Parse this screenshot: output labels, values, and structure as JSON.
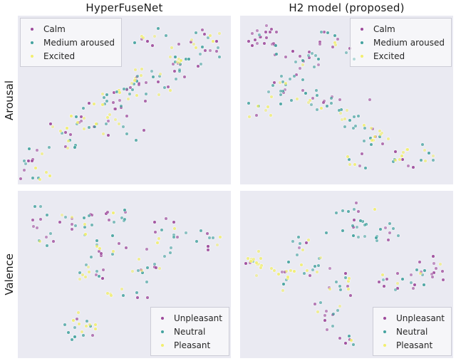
{
  "columns": [
    {
      "title": "HyperFuseNet"
    },
    {
      "title": "H2 model (proposed)"
    }
  ],
  "rows": [
    {
      "label": "Arousal"
    },
    {
      "label": "Valence"
    }
  ],
  "colors": {
    "page_bg": "#ffffff",
    "panel_bg": "#eaeaf2",
    "text": "#1a1a1a",
    "legend_bg": "rgba(255,255,255,0.55)",
    "legend_border": "#ccccd6",
    "class_colors": {
      "purple": "#9e4a9b",
      "teal": "#44a39f",
      "yellow": "#f2ef6e"
    }
  },
  "chart_data": [
    {
      "type": "scatter",
      "panel": "hyperfusenet-arousal",
      "column_title": "HyperFuseNet",
      "row_label": "Arousal",
      "legend_position": "top-left",
      "seed": 7,
      "axes_visible": false,
      "classes": [
        {
          "label": "Calm",
          "color_key": "purple"
        },
        {
          "label": "Medium aroused",
          "color_key": "teal"
        },
        {
          "label": "Excited",
          "color_key": "yellow"
        }
      ],
      "clusters": [
        {
          "x": 8,
          "y": 88,
          "rx": 7,
          "ry": 10,
          "counts": [
            6,
            6,
            5
          ]
        },
        {
          "x": 20,
          "y": 74,
          "rx": 8,
          "ry": 8,
          "counts": [
            3,
            4,
            4
          ]
        },
        {
          "x": 30,
          "y": 62,
          "rx": 9,
          "ry": 9,
          "counts": [
            5,
            5,
            5
          ]
        },
        {
          "x": 41,
          "y": 53,
          "rx": 10,
          "ry": 9,
          "counts": [
            6,
            6,
            6
          ]
        },
        {
          "x": 52,
          "y": 44,
          "rx": 10,
          "ry": 9,
          "counts": [
            6,
            7,
            6
          ]
        },
        {
          "x": 63,
          "y": 36,
          "rx": 10,
          "ry": 9,
          "counts": [
            6,
            6,
            6
          ]
        },
        {
          "x": 75,
          "y": 27,
          "rx": 9,
          "ry": 9,
          "counts": [
            7,
            7,
            6
          ]
        },
        {
          "x": 87,
          "y": 17,
          "rx": 8,
          "ry": 10,
          "counts": [
            7,
            8,
            6
          ]
        },
        {
          "x": 47,
          "y": 68,
          "rx": 12,
          "ry": 7,
          "counts": [
            3,
            4,
            4
          ]
        },
        {
          "x": 60,
          "y": 13,
          "rx": 11,
          "ry": 7,
          "counts": [
            3,
            3,
            3
          ]
        }
      ]
    },
    {
      "type": "scatter",
      "panel": "h2-arousal",
      "column_title": "H2 model (proposed)",
      "row_label": "Arousal",
      "legend_position": "top-right",
      "seed": 13,
      "axes_visible": false,
      "classes": [
        {
          "label": "Calm",
          "color_key": "purple"
        },
        {
          "label": "Medium aroused",
          "color_key": "teal"
        },
        {
          "label": "Excited",
          "color_key": "yellow"
        }
      ],
      "clusters": [
        {
          "x": 13,
          "y": 16,
          "rx": 8,
          "ry": 9,
          "counts": [
            20,
            3,
            0
          ]
        },
        {
          "x": 29,
          "y": 25,
          "rx": 7,
          "ry": 8,
          "counts": [
            8,
            6,
            1
          ]
        },
        {
          "x": 44,
          "y": 17,
          "rx": 9,
          "ry": 8,
          "counts": [
            6,
            6,
            2
          ]
        },
        {
          "x": 20,
          "y": 43,
          "rx": 10,
          "ry": 10,
          "counts": [
            4,
            13,
            3
          ]
        },
        {
          "x": 9,
          "y": 55,
          "rx": 6,
          "ry": 6,
          "counts": [
            1,
            2,
            5
          ]
        },
        {
          "x": 36,
          "y": 50,
          "rx": 9,
          "ry": 8,
          "counts": [
            5,
            8,
            4
          ]
        },
        {
          "x": 52,
          "y": 58,
          "rx": 8,
          "ry": 8,
          "counts": [
            2,
            6,
            5
          ]
        },
        {
          "x": 63,
          "y": 70,
          "rx": 9,
          "ry": 8,
          "counts": [
            3,
            7,
            8
          ]
        },
        {
          "x": 81,
          "y": 83,
          "rx": 11,
          "ry": 7,
          "counts": [
            4,
            6,
            9
          ]
        },
        {
          "x": 53,
          "y": 86,
          "rx": 8,
          "ry": 5,
          "counts": [
            2,
            2,
            3
          ]
        }
      ]
    },
    {
      "type": "scatter",
      "panel": "hyperfusenet-valence",
      "column_title": "HyperFuseNet",
      "row_label": "Valence",
      "legend_position": "bottom-right",
      "seed": 21,
      "axes_visible": false,
      "classes": [
        {
          "label": "Unpleasant",
          "color_key": "purple"
        },
        {
          "label": "Neutral",
          "color_key": "teal"
        },
        {
          "label": "Pleasant",
          "color_key": "yellow"
        }
      ],
      "clusters": [
        {
          "x": 12,
          "y": 22,
          "rx": 8,
          "ry": 12,
          "counts": [
            7,
            6,
            2
          ]
        },
        {
          "x": 30,
          "y": 17,
          "rx": 8,
          "ry": 9,
          "counts": [
            5,
            6,
            2
          ]
        },
        {
          "x": 46,
          "y": 13,
          "rx": 7,
          "ry": 7,
          "counts": [
            4,
            5,
            1
          ]
        },
        {
          "x": 42,
          "y": 34,
          "rx": 10,
          "ry": 9,
          "counts": [
            5,
            6,
            4
          ]
        },
        {
          "x": 34,
          "y": 50,
          "rx": 9,
          "ry": 8,
          "counts": [
            3,
            4,
            5
          ]
        },
        {
          "x": 70,
          "y": 27,
          "rx": 10,
          "ry": 10,
          "counts": [
            6,
            6,
            3
          ]
        },
        {
          "x": 88,
          "y": 32,
          "rx": 8,
          "ry": 8,
          "counts": [
            4,
            4,
            2
          ]
        },
        {
          "x": 62,
          "y": 45,
          "rx": 9,
          "ry": 8,
          "counts": [
            3,
            5,
            4
          ]
        },
        {
          "x": 31,
          "y": 81,
          "rx": 9,
          "ry": 9,
          "counts": [
            2,
            8,
            8
          ]
        },
        {
          "x": 53,
          "y": 62,
          "rx": 11,
          "ry": 7,
          "counts": [
            2,
            3,
            4
          ]
        }
      ]
    },
    {
      "type": "scatter",
      "panel": "h2-valence",
      "column_title": "H2 model (proposed)",
      "row_label": "Valence",
      "legend_position": "bottom-right",
      "seed": 33,
      "axes_visible": false,
      "classes": [
        {
          "label": "Unpleasant",
          "color_key": "purple"
        },
        {
          "label": "Neutral",
          "color_key": "teal"
        },
        {
          "label": "Pleasant",
          "color_key": "yellow"
        }
      ],
      "clusters": [
        {
          "x": 52,
          "y": 17,
          "rx": 10,
          "ry": 10,
          "counts": [
            4,
            15,
            1
          ]
        },
        {
          "x": 69,
          "y": 24,
          "rx": 7,
          "ry": 7,
          "counts": [
            3,
            7,
            0
          ]
        },
        {
          "x": 8,
          "y": 43,
          "rx": 6,
          "ry": 9,
          "counts": [
            2,
            1,
            13
          ]
        },
        {
          "x": 19,
          "y": 51,
          "rx": 7,
          "ry": 8,
          "counts": [
            2,
            3,
            9
          ]
        },
        {
          "x": 34,
          "y": 45,
          "rx": 8,
          "ry": 8,
          "counts": [
            2,
            6,
            4
          ]
        },
        {
          "x": 45,
          "y": 55,
          "rx": 8,
          "ry": 7,
          "counts": [
            4,
            4,
            4
          ]
        },
        {
          "x": 88,
          "y": 47,
          "rx": 7,
          "ry": 9,
          "counts": [
            11,
            4,
            2
          ]
        },
        {
          "x": 73,
          "y": 55,
          "rx": 8,
          "ry": 7,
          "counts": [
            7,
            4,
            2
          ]
        },
        {
          "x": 41,
          "y": 75,
          "rx": 7,
          "ry": 8,
          "counts": [
            6,
            4,
            2
          ]
        },
        {
          "x": 51,
          "y": 88,
          "rx": 5,
          "ry": 4,
          "counts": [
            3,
            2,
            1
          ]
        },
        {
          "x": 29,
          "y": 31,
          "rx": 6,
          "ry": 6,
          "counts": [
            2,
            3,
            2
          ]
        }
      ]
    }
  ]
}
